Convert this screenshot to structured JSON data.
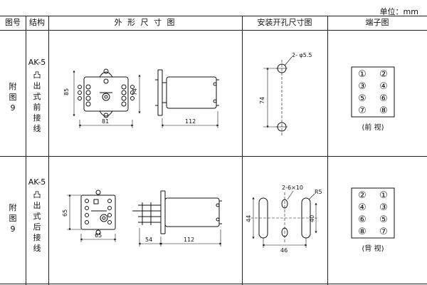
{
  "unit_label": "单位：mm",
  "headers": {
    "fig_no": "图号",
    "structure": "结构",
    "outline": "外 形 尺 寸 图",
    "mounting": "安装开孔尺寸图",
    "terminal": "端子图"
  },
  "rows": [
    {
      "fig_label": "附\n图\n9",
      "model": "AK-5",
      "structure": "凸\n出\n式\n前\n接\n线",
      "dims": {
        "width": "81",
        "height_left": "85",
        "height_right": "74",
        "length": "112"
      },
      "mount": {
        "hole": "2- φ5.5",
        "spacing": "74"
      },
      "terminals": [
        "①",
        "②",
        "③",
        "④",
        "⑤",
        "⑥",
        "⑦",
        "⑧"
      ],
      "view": "(前 视)"
    },
    {
      "fig_label": "附\n图\n9",
      "model": "AK-5",
      "structure": "凸\n出\n式\n后\n接\n线",
      "dims": {
        "width": "65",
        "height_left": "65",
        "depth": "54",
        "length": "112"
      },
      "mount": {
        "slot": "2-6×10",
        "radius": "R5",
        "height": "44",
        "inner": "40",
        "spacing": "46"
      },
      "terminals": [
        "②",
        "①",
        "④",
        "③",
        "⑥",
        "⑤",
        "⑧",
        "⑦"
      ],
      "view": "(背 视)"
    }
  ]
}
